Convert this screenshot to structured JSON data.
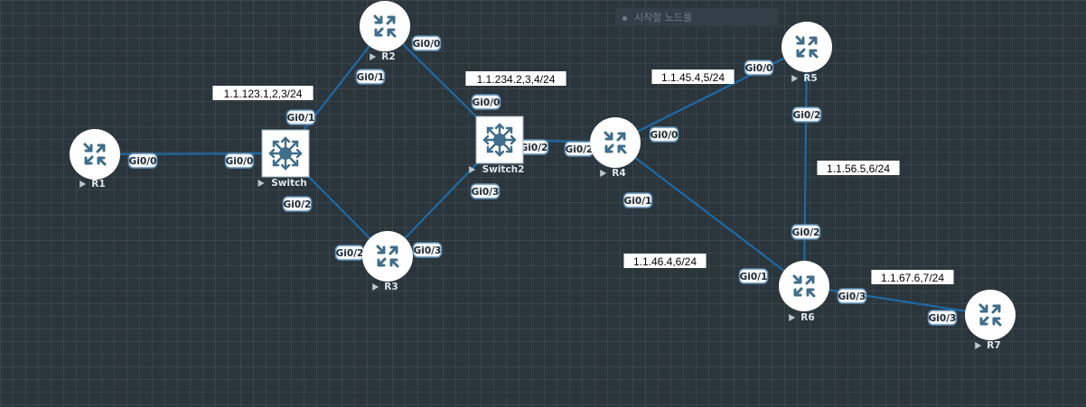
{
  "colors": {
    "background": "#2b353c",
    "link": "#1d6aa5",
    "device_fill": "#ffffff",
    "device_icon": "#3f6d8a"
  },
  "toolbar_hint": {
    "text": "시작할 노드를"
  },
  "devices": [
    {
      "id": "R1",
      "type": "router",
      "label": "R1"
    },
    {
      "id": "R2",
      "type": "router",
      "label": "R2"
    },
    {
      "id": "R3",
      "type": "router",
      "label": "R3"
    },
    {
      "id": "R4",
      "type": "router",
      "label": "R4"
    },
    {
      "id": "R5",
      "type": "router",
      "label": "R5"
    },
    {
      "id": "R6",
      "type": "router",
      "label": "R6"
    },
    {
      "id": "R7",
      "type": "router",
      "label": "R7"
    },
    {
      "id": "SW1",
      "type": "switch",
      "label": "Switch"
    },
    {
      "id": "SW2",
      "type": "switch",
      "label": "Switch2"
    }
  ],
  "links": [
    {
      "from": "R1",
      "to": "SW1",
      "from_port": "Gi0/0",
      "to_port": "Gi0/0"
    },
    {
      "from": "SW1",
      "to": "R2",
      "from_port": "Gi0/1",
      "to_port": "Gi0/1"
    },
    {
      "from": "SW1",
      "to": "R3",
      "from_port": "Gi0/2",
      "to_port": "Gi0/2"
    },
    {
      "from": "R2",
      "to": "SW2",
      "from_port": "Gi0/0",
      "to_port": "Gi0/0"
    },
    {
      "from": "R3",
      "to": "SW2",
      "from_port": "Gi0/3",
      "to_port": "Gi0/3"
    },
    {
      "from": "SW2",
      "to": "R4",
      "from_port": "Gi0/2",
      "to_port": "Gi0/2"
    },
    {
      "from": "R4",
      "to": "R5",
      "from_port": "Gi0/0",
      "to_port": "Gi0/0"
    },
    {
      "from": "R4",
      "to": "R6",
      "from_port": "Gi0/1",
      "to_port": "Gi0/1"
    },
    {
      "from": "R5",
      "to": "R6",
      "from_port": "Gi0/2",
      "to_port": "Gi0/2"
    },
    {
      "from": "R6",
      "to": "R7",
      "from_port": "Gi0/3",
      "to_port": "Gi0/3"
    }
  ],
  "networks": [
    {
      "id": "net-123",
      "text": "1.1.123.1,2,3/24"
    },
    {
      "id": "net-234",
      "text": "1.1.234.2,3,4/24"
    },
    {
      "id": "net-45",
      "text": "1.1.45.4,5/24"
    },
    {
      "id": "net-56",
      "text": "1.1.56.5,6/24"
    },
    {
      "id": "net-46",
      "text": "1.1.46.4,6/24"
    },
    {
      "id": "net-67",
      "text": "1.1.67.6,7/24"
    }
  ]
}
